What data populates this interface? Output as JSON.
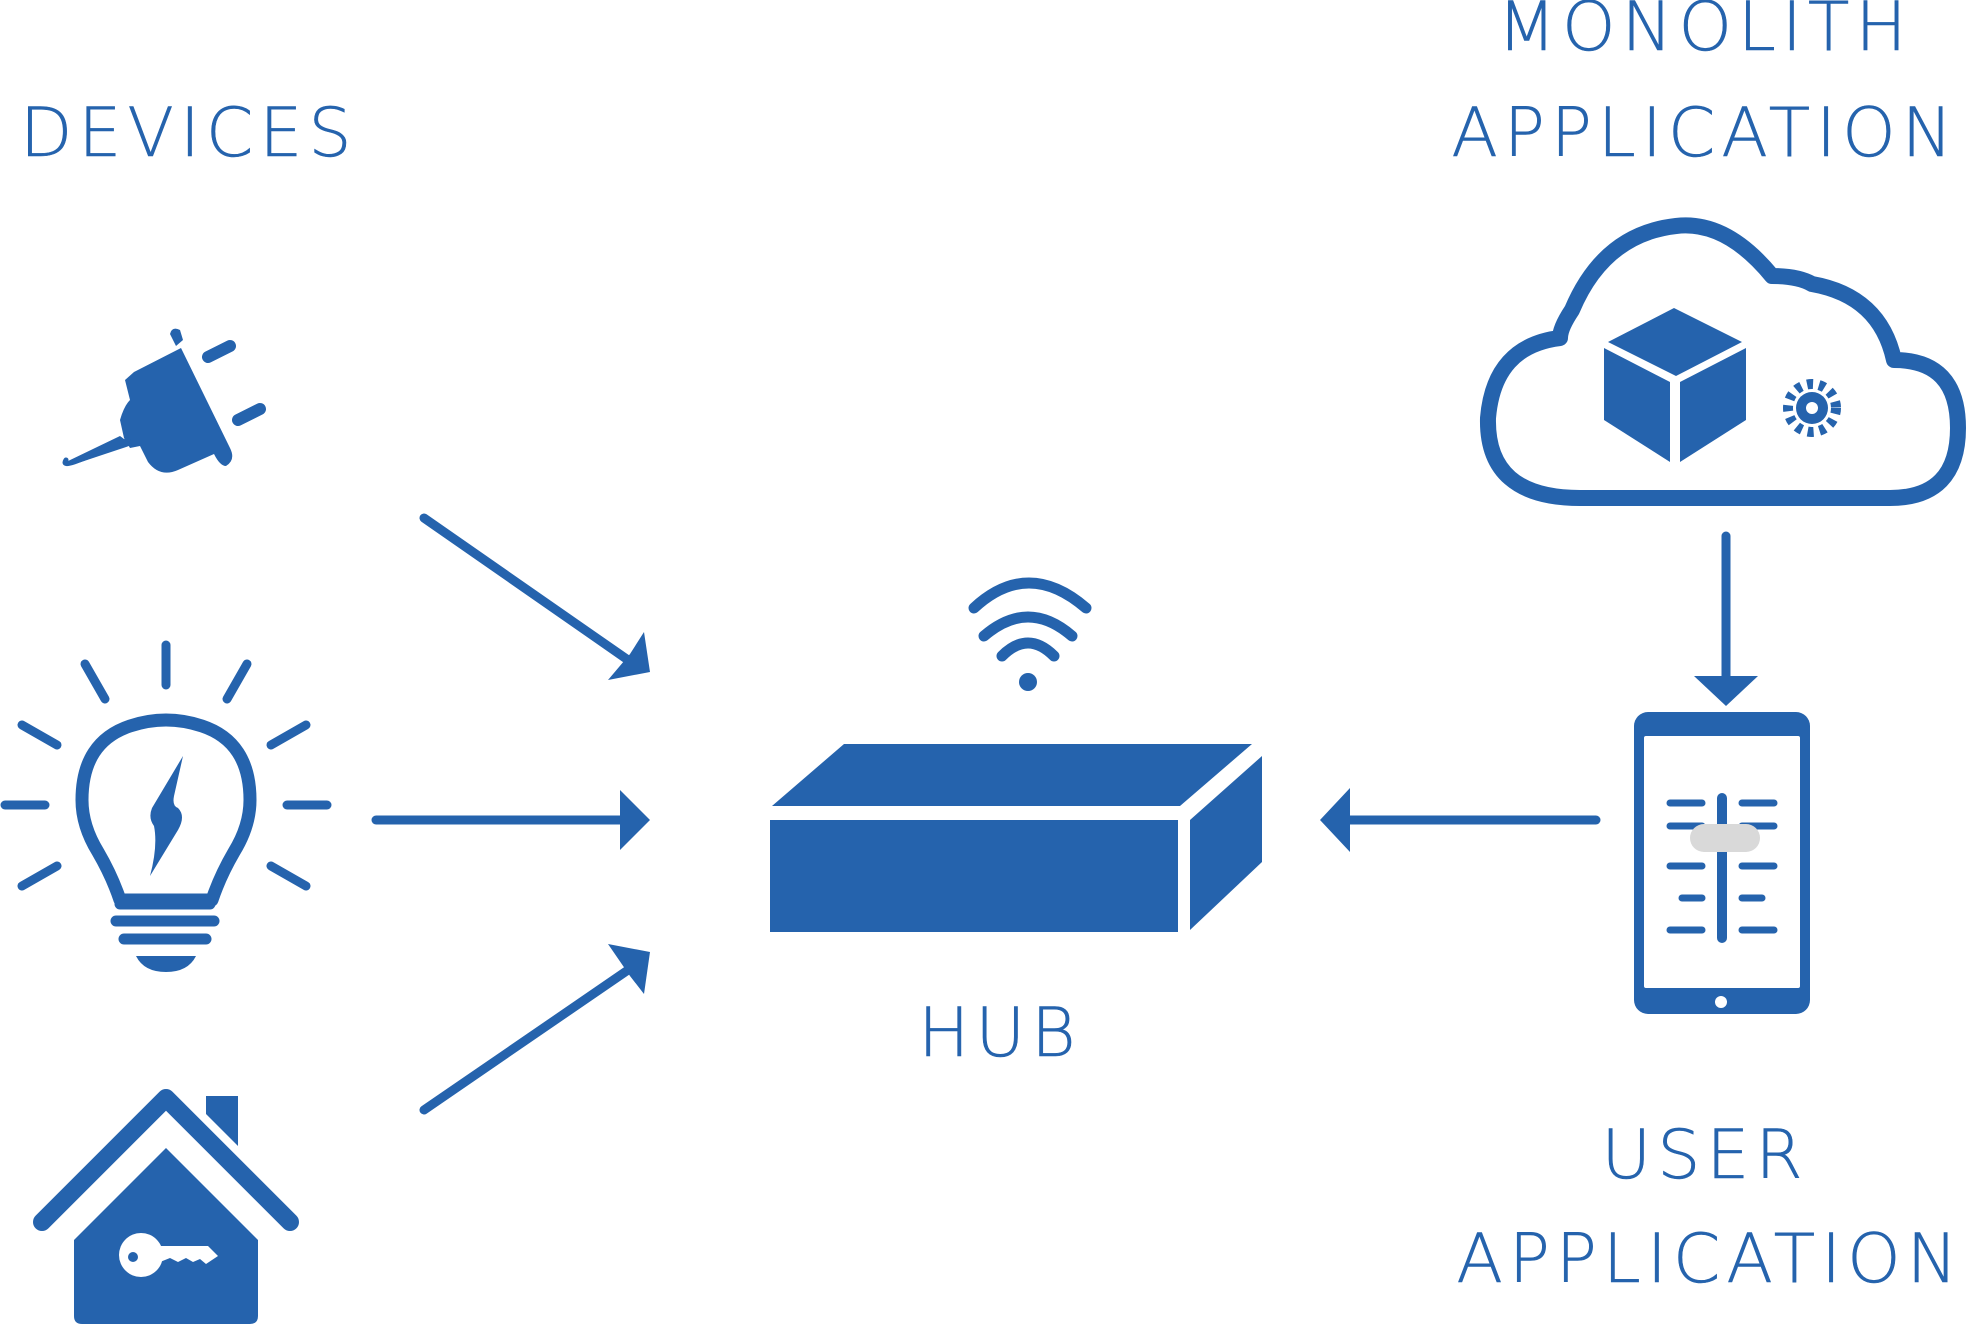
{
  "labels": {
    "devices": "DEVICES",
    "hub": "HUB",
    "monolith_line1": "MONOLITH",
    "monolith_line2": "APPLICATION",
    "user_line1": "USER",
    "user_line2": "APPLICATION"
  },
  "colors": {
    "primary": "#2563ad",
    "background": "#ffffff",
    "slider_knob": "#d9d9d9"
  },
  "icons": {
    "devices": [
      "plug-icon",
      "light-bulb-icon",
      "smart-home-icon"
    ],
    "hub": [
      "wifi-icon",
      "hub-box-icon"
    ],
    "monolith": [
      "cloud-icon",
      "cube-icon",
      "gear-icon"
    ],
    "user": [
      "tablet-icon",
      "slider-icon"
    ]
  }
}
